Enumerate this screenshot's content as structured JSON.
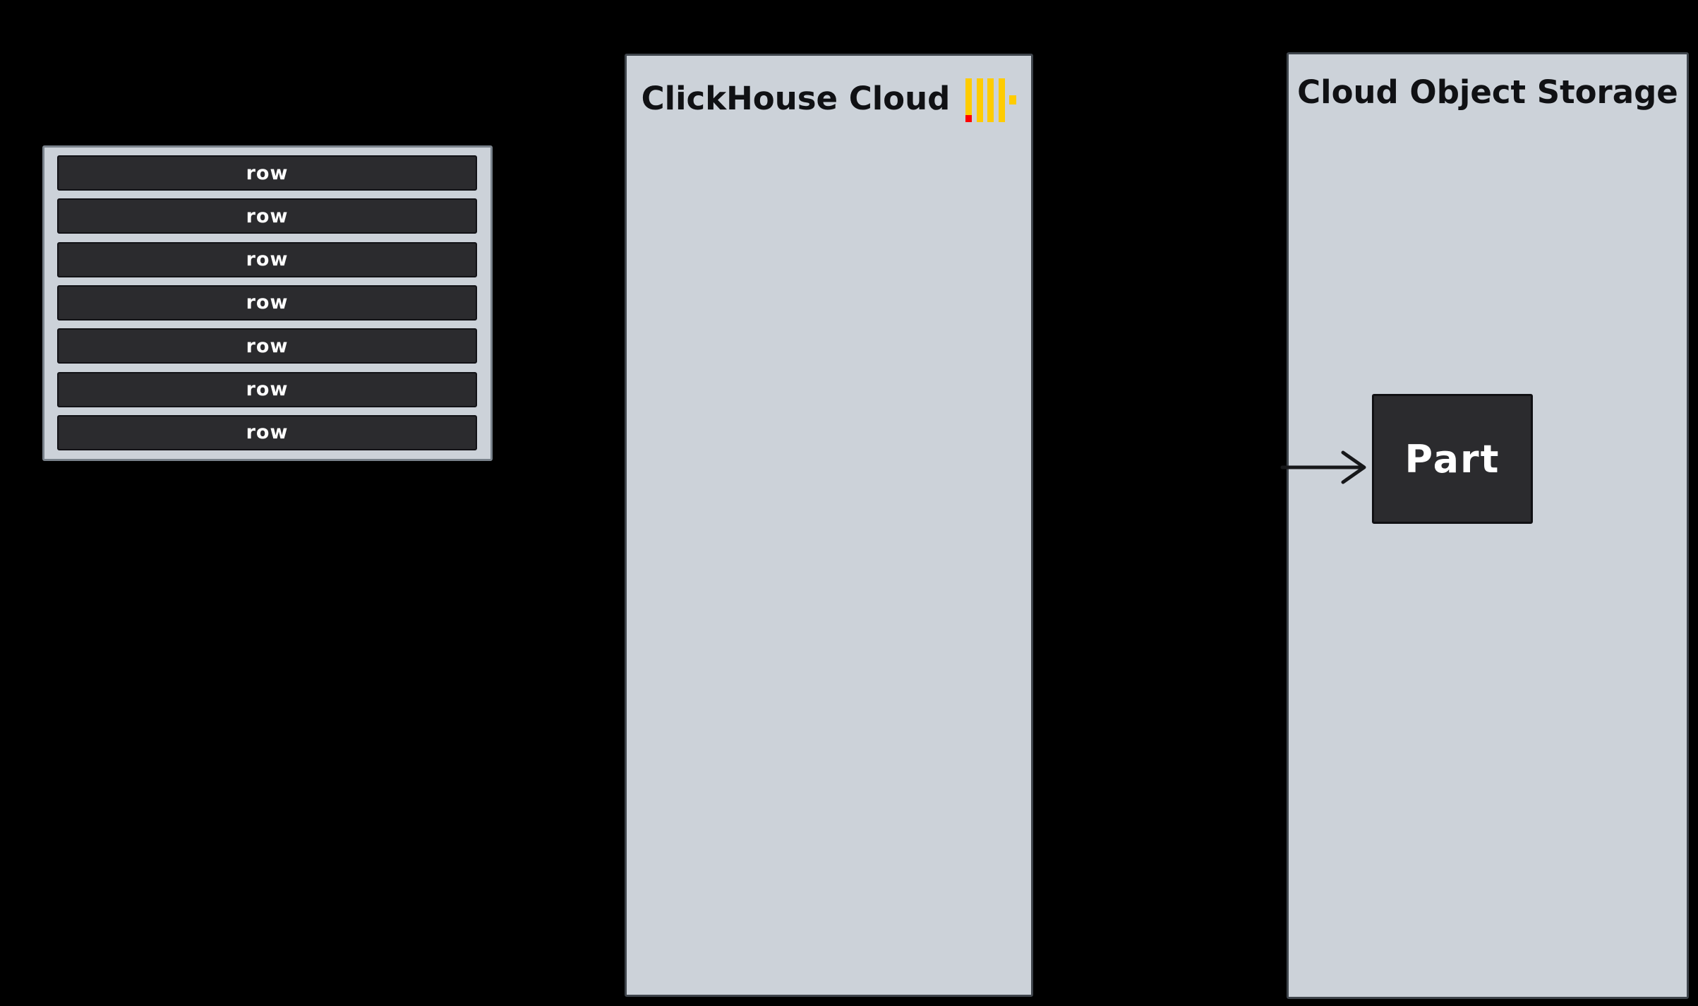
{
  "diagram": {
    "background": "#000000",
    "rows_box": {
      "rows": [
        "row",
        "row",
        "row",
        "row",
        "row",
        "row",
        "row"
      ]
    },
    "clickhouse_panel": {
      "title": "ClickHouse Cloud",
      "logo_icon": "clickhouse-logo",
      "logo_colors": {
        "yellow": "#ffcc00",
        "red": "#ff0000"
      }
    },
    "storage_panel": {
      "title": "Cloud Object Storage",
      "part_box": {
        "label": "Part"
      },
      "arrow_icon": "arrow-right"
    },
    "colors": {
      "panel_fill": "#ccd2d9",
      "panel_border": "#3f454c",
      "rows_box_border": "#79828b",
      "dark_box_fill": "#2b2b2e",
      "dark_box_border": "#121216",
      "title_text": "#101114",
      "dark_box_text": "#ffffff",
      "arrow": "#17181a"
    }
  }
}
